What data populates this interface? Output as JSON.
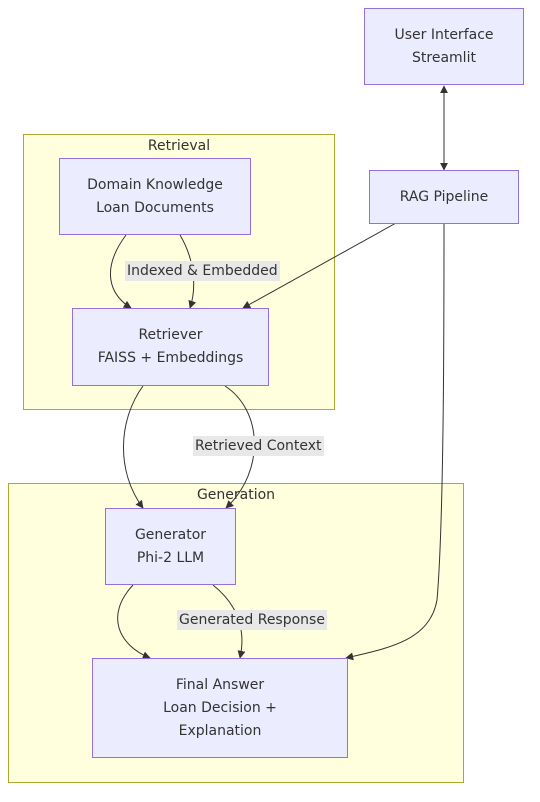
{
  "clusters": {
    "retrieval": {
      "label": "Retrieval"
    },
    "generation": {
      "label": "Generation"
    }
  },
  "nodes": {
    "ui": {
      "line1": "User Interface",
      "line2": "Streamlit"
    },
    "rag": {
      "line1": "RAG Pipeline"
    },
    "domain": {
      "line1": "Domain Knowledge",
      "line2": "Loan Documents"
    },
    "retriever": {
      "line1": "Retriever",
      "line2": "FAISS + Embeddings"
    },
    "generator": {
      "line1": "Generator",
      "line2": "Phi-2 LLM"
    },
    "final": {
      "line1": "Final Answer",
      "line2": "Loan Decision +",
      "line3": "Explanation"
    }
  },
  "edges": {
    "indexed": {
      "label": "Indexed & Embedded"
    },
    "retrieved": {
      "label": "Retrieved Context"
    },
    "generated": {
      "label": "Generated Response"
    }
  },
  "colors": {
    "cluster_fill": "#ffffde",
    "cluster_border": "#aaaa33",
    "node_fill": "#ececff",
    "node_border": "#9370db",
    "edge": "#333333",
    "edge_label_bg": "#e8e8e8"
  }
}
